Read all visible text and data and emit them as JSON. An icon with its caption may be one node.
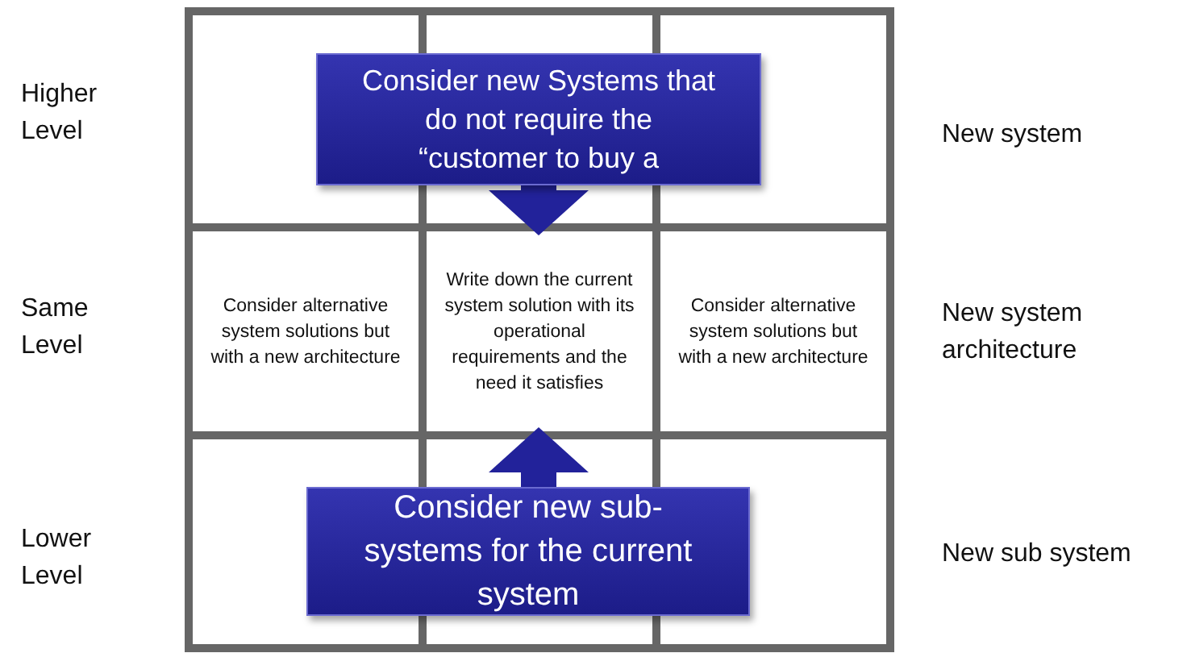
{
  "diagram": {
    "nodes": [
      {
        "text": [
          "Consider new Systems that do not require the “customer to buy a"
        ]
      },
      {
        "text": [
          "Consider alternative system solutions but with a new architecture"
        ]
      },
      {
        "text": [
          "Write down the current system solution with its operational requirements and the need it satisfies"
        ]
      },
      {
        "text": [
          "Consider alternative system solutions but with a new architecture"
        ]
      },
      {
        "text": [
          "Consider new sub-systems for the current system"
        ]
      }
    ],
    "edges": [
      {
        "from": 0,
        "to": 2,
        "arrow": "to"
      },
      {
        "from": 4,
        "to": 2,
        "arrow": "to"
      }
    ],
    "labels": [
      "Higher Level",
      "New system",
      "Same Level",
      "New system architecture",
      "Lower Level",
      "New sub system"
    ]
  }
}
